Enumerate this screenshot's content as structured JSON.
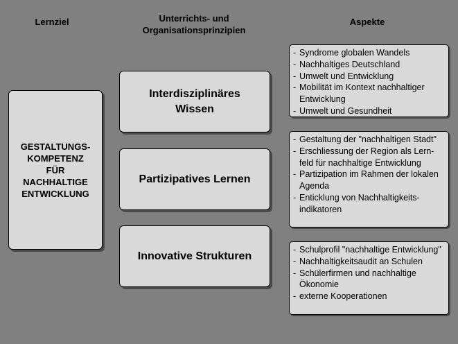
{
  "headers": {
    "lernziel": "Lernziel",
    "prinzipien_line1": "Unterrichts- und",
    "prinzipien_line2": "Organisationsprinzipien",
    "aspekte": "Aspekte"
  },
  "lernziel_box": {
    "lines": [
      "GESTALTUNGS-",
      "KOMPETENZ",
      "FÜR",
      "NACHHALTIGE",
      "ENTWICKLUNG"
    ]
  },
  "principles": [
    {
      "line1": "Interdisziplinäres",
      "line2": "Wissen"
    },
    {
      "line1": "Partizipatives Lernen"
    },
    {
      "line1": "Innovative Strukturen"
    }
  ],
  "aspects": [
    {
      "items": [
        "Syndrome globalen Wandels",
        "Nachhaltiges Deutschland",
        "Umwelt und Entwicklung",
        "Mobilität im Kontext nachhaltiger Entwicklung",
        "Umwelt und Gesundheit"
      ]
    },
    {
      "items": [
        "Gestaltung der \"nachhaltigen Stadt\"",
        "Erschliessung der Region als Lern-feld für nachhaltige Entwicklung",
        "Partizipation im Rahmen der lokalen Agenda",
        "Enticklung von Nachhaltigkeits-indikatoren"
      ]
    },
    {
      "items": [
        "Schulprofil \"nachhaltige Entwicklung\"",
        "Nachhaltigkeitsaudit an Schulen",
        "Schülerfirmen und nachhaltige Ökonomie",
        "externe Kooperationen"
      ]
    }
  ]
}
